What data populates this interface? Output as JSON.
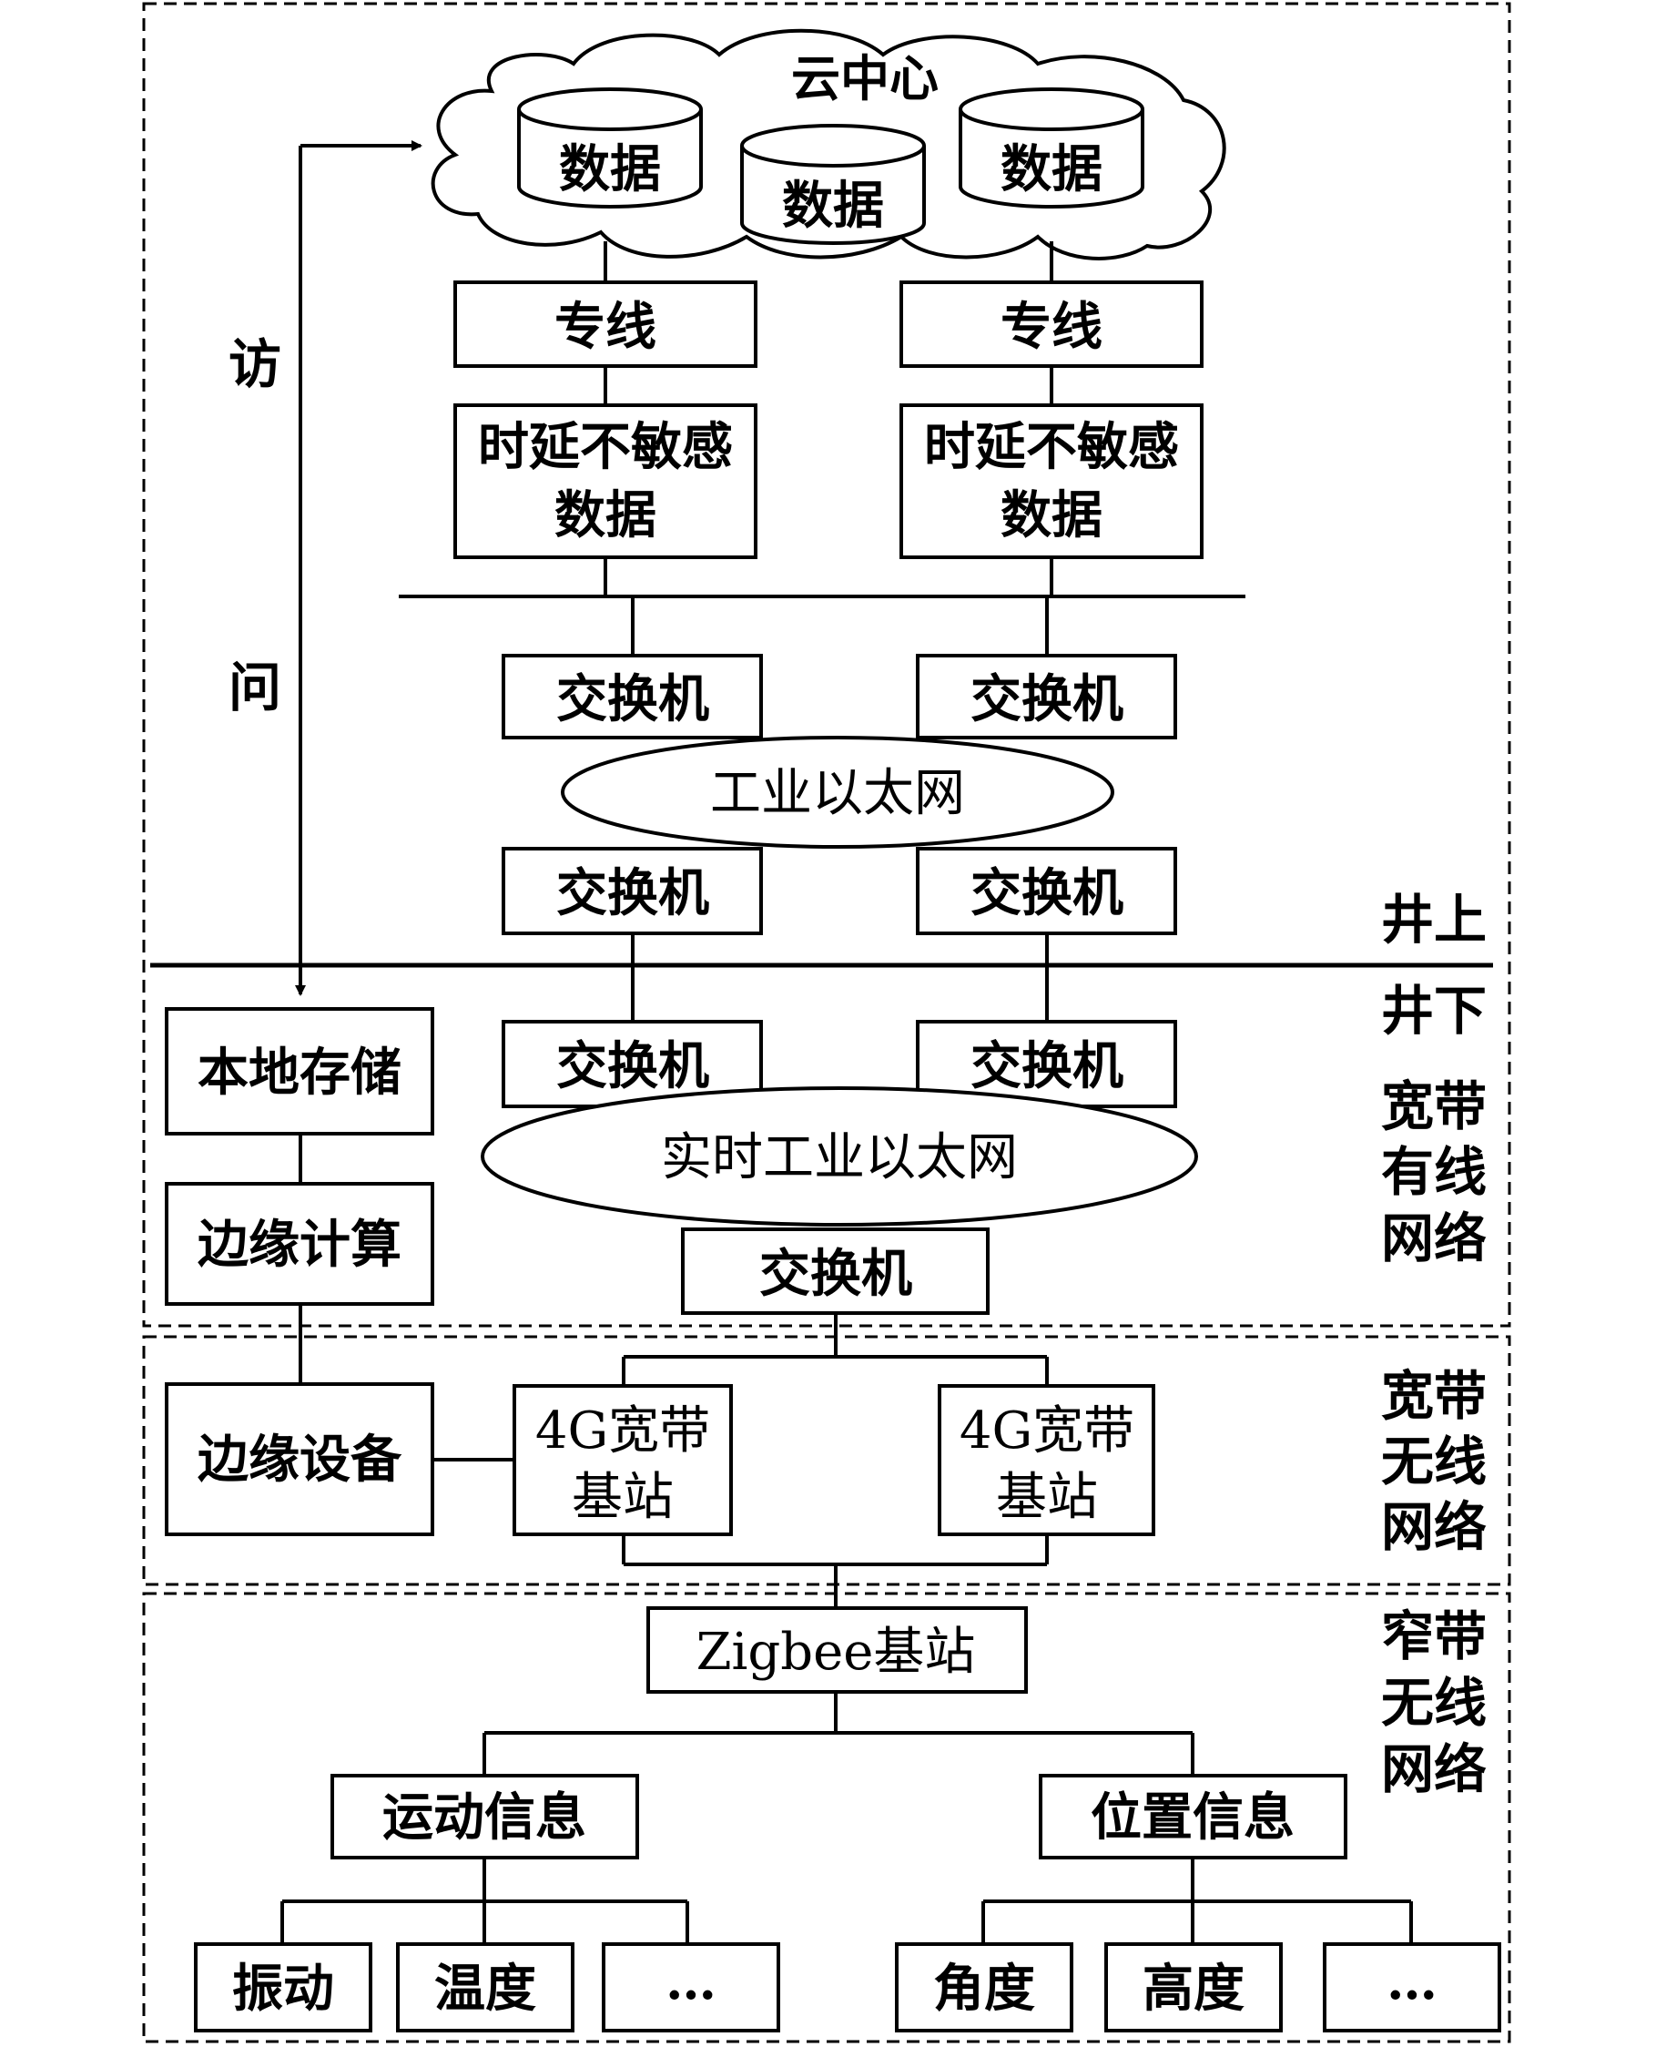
{
  "cloud": {
    "title": "云中心",
    "databases": [
      "数据",
      "数据",
      "数据"
    ]
  },
  "dedicated_lines": [
    "专线",
    "专线"
  ],
  "delay_insensitive": [
    {
      "line1": "时延不敏感",
      "line2": "数据"
    },
    {
      "line1": "时延不敏感",
      "line2": "数据"
    }
  ],
  "access": {
    "char1": "访",
    "char2": "问"
  },
  "switch_label": "交换机",
  "industrial_ethernet": "工业以太网",
  "realtime_ethernet": "实时工业以太网",
  "zones": {
    "above": "井上",
    "below": "井下",
    "wired": [
      "宽带",
      "有线",
      "网络"
    ],
    "wireless_broad": [
      "宽带",
      "无线",
      "网络"
    ],
    "wireless_narrow": [
      "窄带",
      "无线",
      "网络"
    ]
  },
  "edge": {
    "storage": "本地存储",
    "compute": "边缘计算",
    "device": "边缘设备"
  },
  "base_stations": [
    {
      "line1": "4G宽带",
      "line2": "基站"
    },
    {
      "line1": "4G宽带",
      "line2": "基站"
    }
  ],
  "zigbee": "Zigbee基站",
  "info": {
    "motion": "运动信息",
    "position": "位置信息"
  },
  "sensors": [
    "振动",
    "温度",
    "…",
    "角度",
    "高度",
    "…"
  ]
}
